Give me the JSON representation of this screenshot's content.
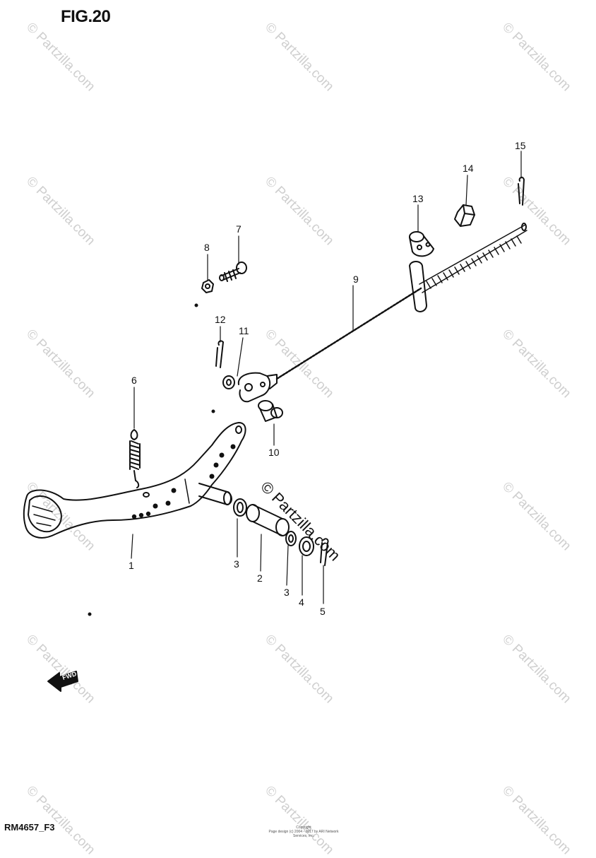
{
  "figure": {
    "title": "FIG.20",
    "code": "RM4657_F3"
  },
  "copyright": {
    "line1": "Copyright",
    "line2": "Page design (c) 2004 - 2017 by ARI Network Services, Inc."
  },
  "watermark": {
    "text": "© Partzilla.com"
  },
  "direction_arrow": {
    "label": "FWD",
    "icon": "arrow-left-icon"
  },
  "callouts": [
    "1",
    "2",
    "3",
    "3",
    "4",
    "5",
    "6",
    "7",
    "8",
    "9",
    "10",
    "11",
    "12",
    "13",
    "14",
    "15"
  ]
}
